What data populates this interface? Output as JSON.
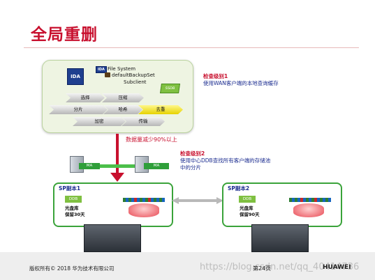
{
  "page": {
    "title": "全局重删"
  },
  "fs_panel": {
    "ida_label": "IDA",
    "file_system": "File System",
    "backupset": "defaultBackupSet",
    "subclient": "Subclient",
    "ssdb": "SSDB",
    "row1": [
      "选择",
      "压缩"
    ],
    "row2": [
      "分片",
      "哈希",
      "去重"
    ],
    "row3": [
      "加密",
      "传输"
    ]
  },
  "note1": {
    "level": "检查级别1",
    "desc": "使用WAN客户端的本地查询缓存"
  },
  "reduction_text": "数据量减少90%以上",
  "note2": {
    "level": "检查级别2",
    "line1": "使用中心DDB查找所有客户端的存储池",
    "line2": "中的分片"
  },
  "ma_label": "MA",
  "sp1": {
    "title": "SP副本1",
    "ddb": "DDB",
    "line1": "光盘库",
    "line2": "保留30天"
  },
  "sp2": {
    "title": "SP副本2",
    "ddb": "DDB",
    "line1": "光盘库",
    "line2": "保留90天"
  },
  "strip_colors": [
    "#2e7d32",
    "#1565c0",
    "#2e7d32",
    "#1565c0",
    "#c62828",
    "#1565c0",
    "#2e7d32",
    "#1565c0",
    "#2e7d32",
    "#c62828",
    "#1565c0",
    "#2e7d32",
    "#1565c0",
    "#2e7d32",
    "#1565c0"
  ],
  "footer": {
    "copyright": "版权所有© 2018 华为技术有限公司",
    "page_number": "第24页",
    "brand": "HUAWEI",
    "watermark": "https://blog.csdn.net/qq_40414736"
  },
  "colors": {
    "accent_red": "#c8102e",
    "green": "#3aa33a",
    "navy": "#1a2b8f"
  }
}
